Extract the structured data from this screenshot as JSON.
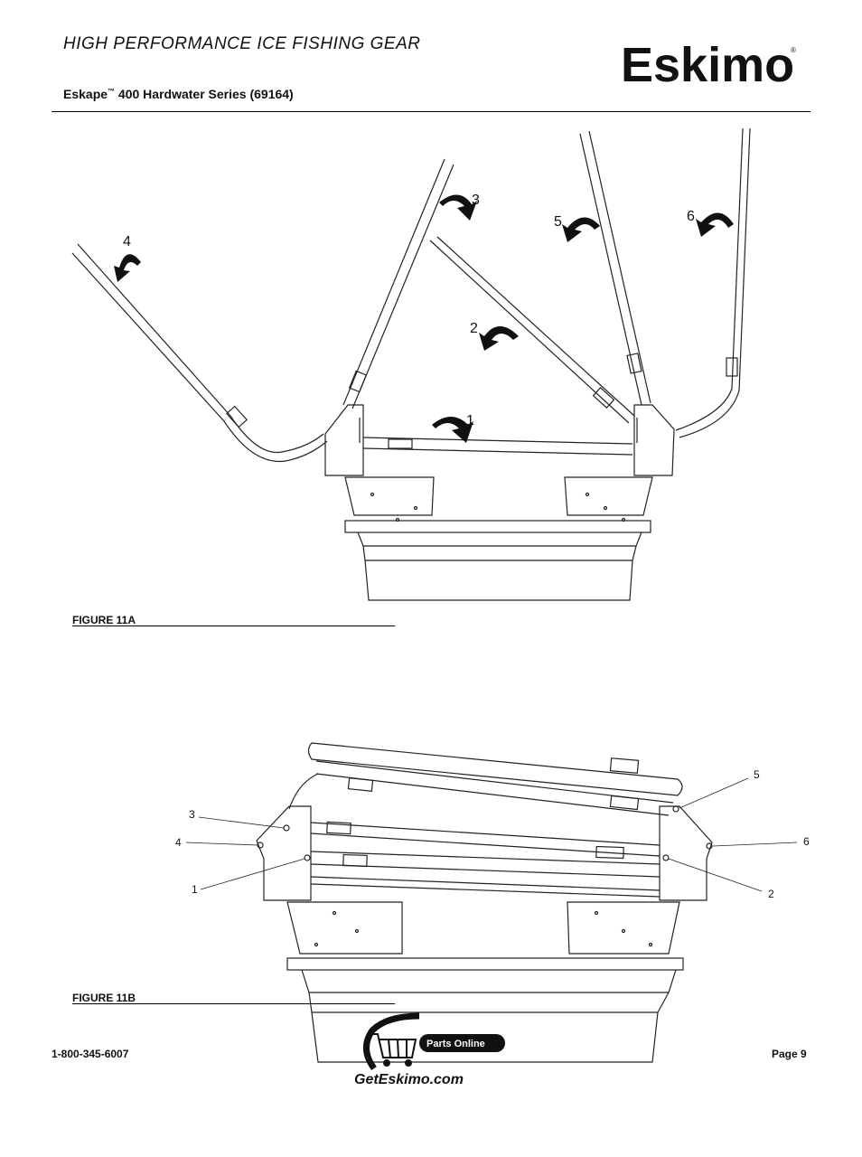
{
  "header": {
    "tagline": "HIGH PERFORMANCE ICE FISHING GEAR",
    "product": "Eskape",
    "tm": "™",
    "series": " 400 Hardwater Series (69164)",
    "logo_text": "Eskimo",
    "registered": "®"
  },
  "figure_a": {
    "caption": "FIGURE 11A",
    "callouts": [
      "1",
      "2",
      "3",
      "4",
      "5",
      "6"
    ]
  },
  "figure_b": {
    "caption": "FIGURE 11B",
    "callouts": [
      "1",
      "2",
      "3",
      "4",
      "5",
      "6"
    ]
  },
  "footer": {
    "phone": "1-800-345-6007",
    "page": "Page 9",
    "badge": "Parts Online",
    "url": "GetEskimo.com"
  }
}
